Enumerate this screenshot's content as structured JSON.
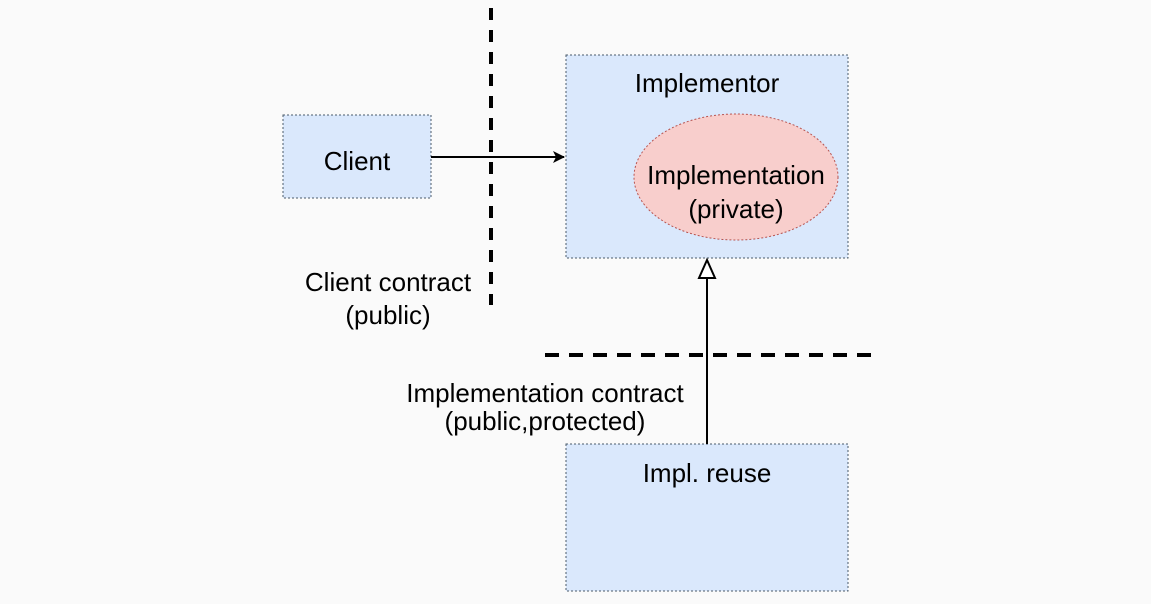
{
  "nodes": {
    "client": {
      "label": "Client"
    },
    "implementor": {
      "label": "Implementor"
    },
    "implementation": {
      "line1": "Implementation",
      "line2": "(private)"
    },
    "impl_reuse": {
      "label": "Impl. reuse"
    }
  },
  "boundaries": {
    "client_contract": {
      "line1": "Client contract",
      "line2": "(public)"
    },
    "implementation_contract": {
      "line1": "Implementation contract",
      "line2": "(public,protected)"
    }
  },
  "colors": {
    "box_fill": "#dae8fc",
    "box_stroke": "#6c8ebf",
    "ellipse_fill": "#f8cecc",
    "ellipse_stroke": "#b85450",
    "line": "#000000"
  }
}
